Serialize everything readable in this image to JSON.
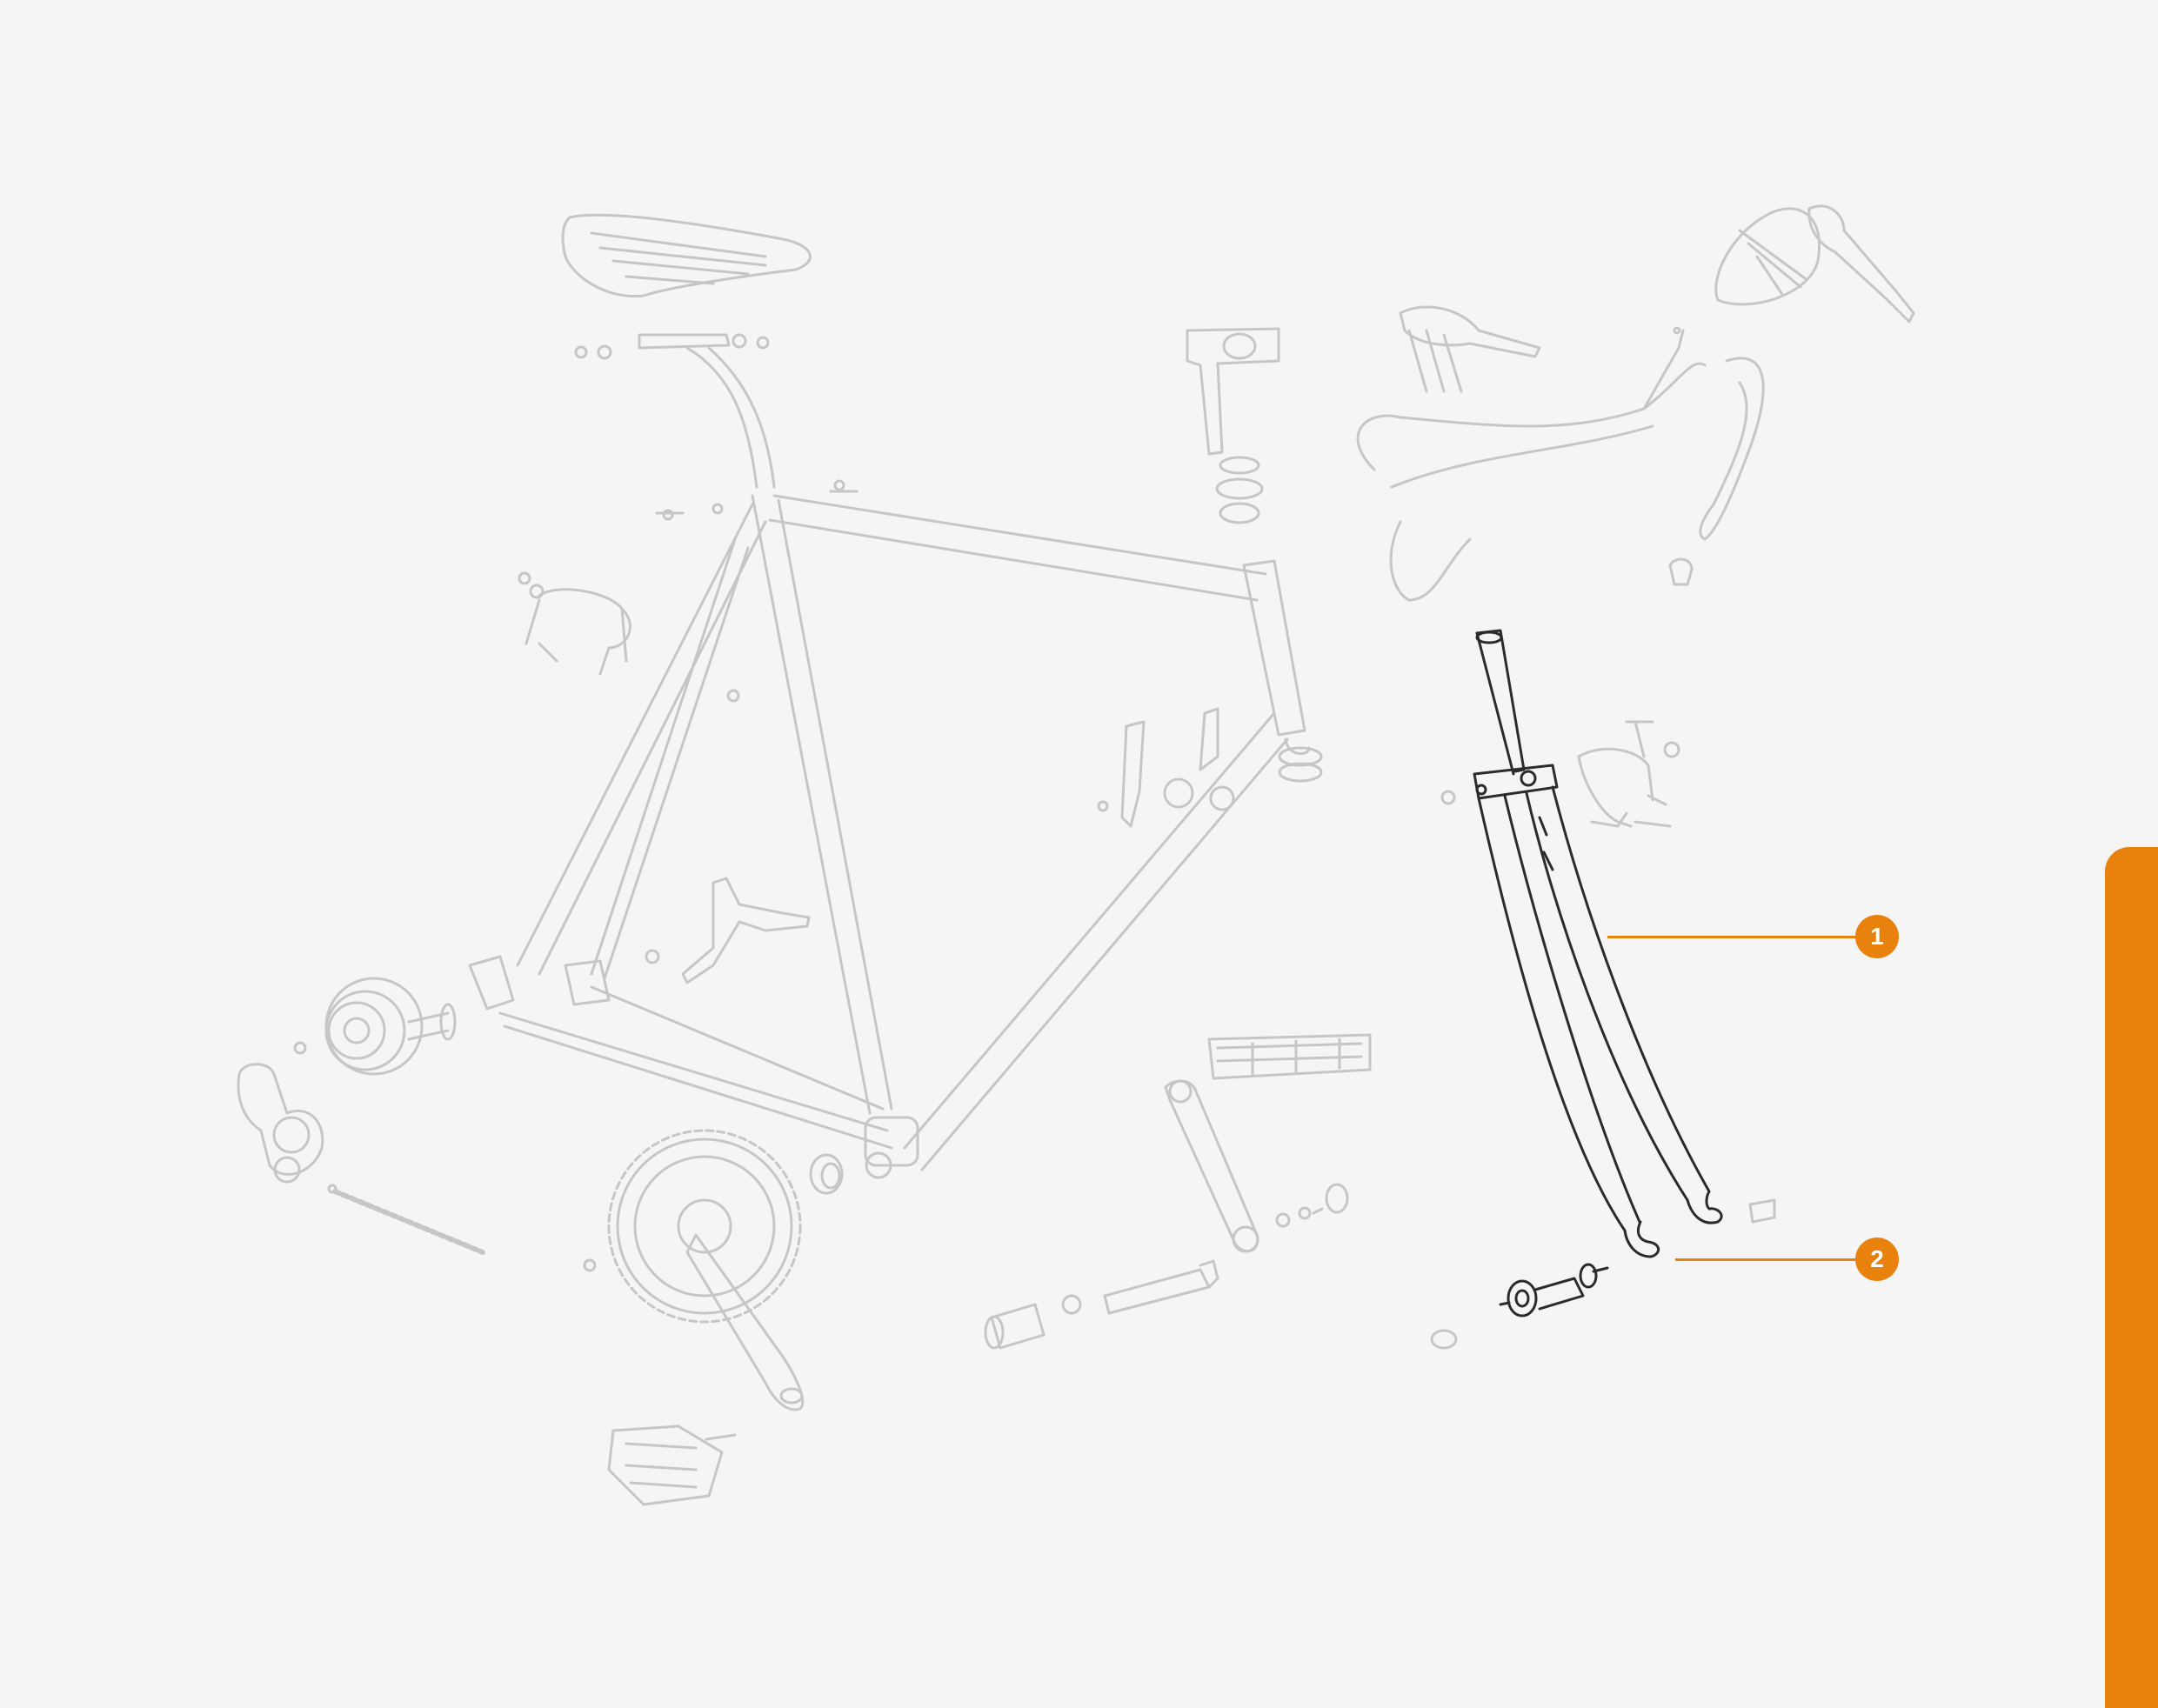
{
  "diagram": {
    "callouts": [
      {
        "label": "1",
        "part": "fork"
      },
      {
        "label": "2",
        "part": "fork-dropout"
      }
    ]
  },
  "colors": {
    "background": "#f5f5f5",
    "accent": "#e8820c",
    "faded_line": "#c6c6c6",
    "highlight_line": "#2b2b2b"
  }
}
